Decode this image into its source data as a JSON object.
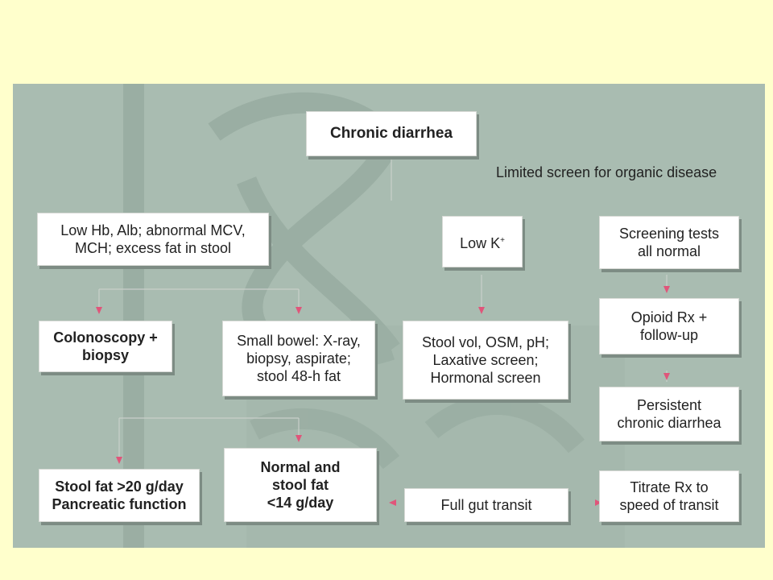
{
  "diagram": {
    "title": "Chronic diarrhea",
    "note": "Limited screen for organic disease",
    "boxes": {
      "low_hb": "Low Hb, Alb; abnormal MCV,\nMCH; excess fat in stool",
      "low_k": "Low K",
      "low_k_sup": "+",
      "screening_normal": "Screening tests\nall normal",
      "colonoscopy": "Colonoscopy +\nbiopsy",
      "small_bowel": "Small bowel: X-ray,\nbiopsy, aspirate;\nstool 48-h fat",
      "stool_vol": "Stool vol, OSM, pH;\nLaxative screen;\nHormonal screen",
      "opioid": "Opioid Rx +\nfollow-up",
      "persistent": "Persistent\nchronic diarrhea",
      "stool_fat_high": "Stool fat >20 g/day\nPancreatic function",
      "normal_stool_fat": "Normal and\nstool fat\n<14 g/day",
      "full_gut": "Full gut transit",
      "titrate": "Titrate Rx to\nspeed of transit"
    },
    "colors": {
      "page_background": "#ffffcc",
      "panel_background": "#a9bcb1",
      "box_fill": "#ffffff",
      "arrow": "#e0557a"
    }
  }
}
